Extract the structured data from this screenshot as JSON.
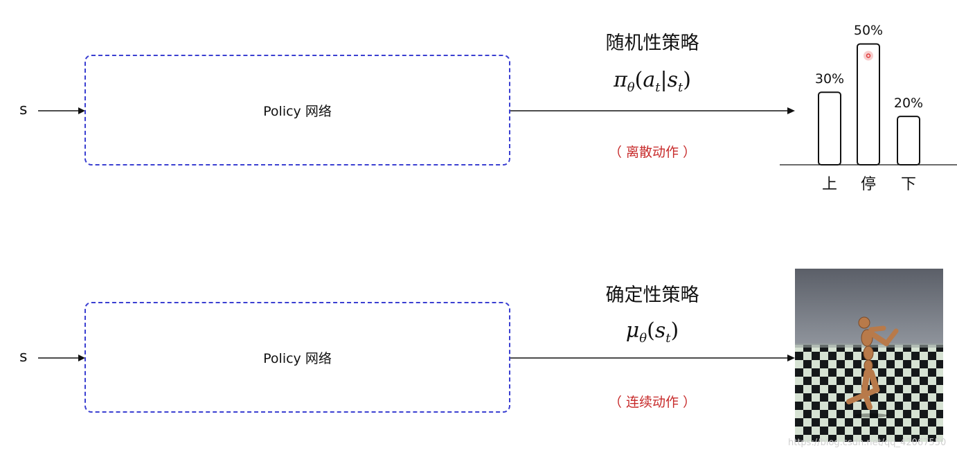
{
  "rows": [
    {
      "input": "s",
      "network": "Policy 网络",
      "policy_title": "随机性策略",
      "formula": {
        "main": "π",
        "sub": "θ",
        "arg_open": "(",
        "a": "a",
        "a_sub": "t",
        "bar": "|",
        "s": "s",
        "s_sub": "t",
        "arg_close": ")"
      },
      "note": "（ 离散动作 ）"
    },
    {
      "input": "s",
      "network": "Policy 网络",
      "policy_title": "确定性策略",
      "formula": {
        "main": "μ",
        "sub": "θ",
        "arg_open": "(",
        "s": "s",
        "s_sub": "t",
        "arg_close": ")"
      },
      "note": "（ 连续动作 ）"
    }
  ],
  "chart_data": {
    "type": "bar",
    "categories": [
      "上",
      "停",
      "下"
    ],
    "values": [
      30,
      50,
      20
    ],
    "value_labels": [
      "30%",
      "50%",
      "20%"
    ],
    "ylim": [
      0,
      55
    ],
    "colors": {
      "bar_fill": "#ffffff",
      "bar_stroke": "#111111",
      "highlight": "#e03b3b"
    }
  },
  "image": {
    "subject": "humanoid-robot-on-checkerboard",
    "watermark": "https://blog.csdn.net/qq_42067550"
  },
  "colors": {
    "box_border": "#3a3fd1",
    "note": "#c72a2a"
  }
}
